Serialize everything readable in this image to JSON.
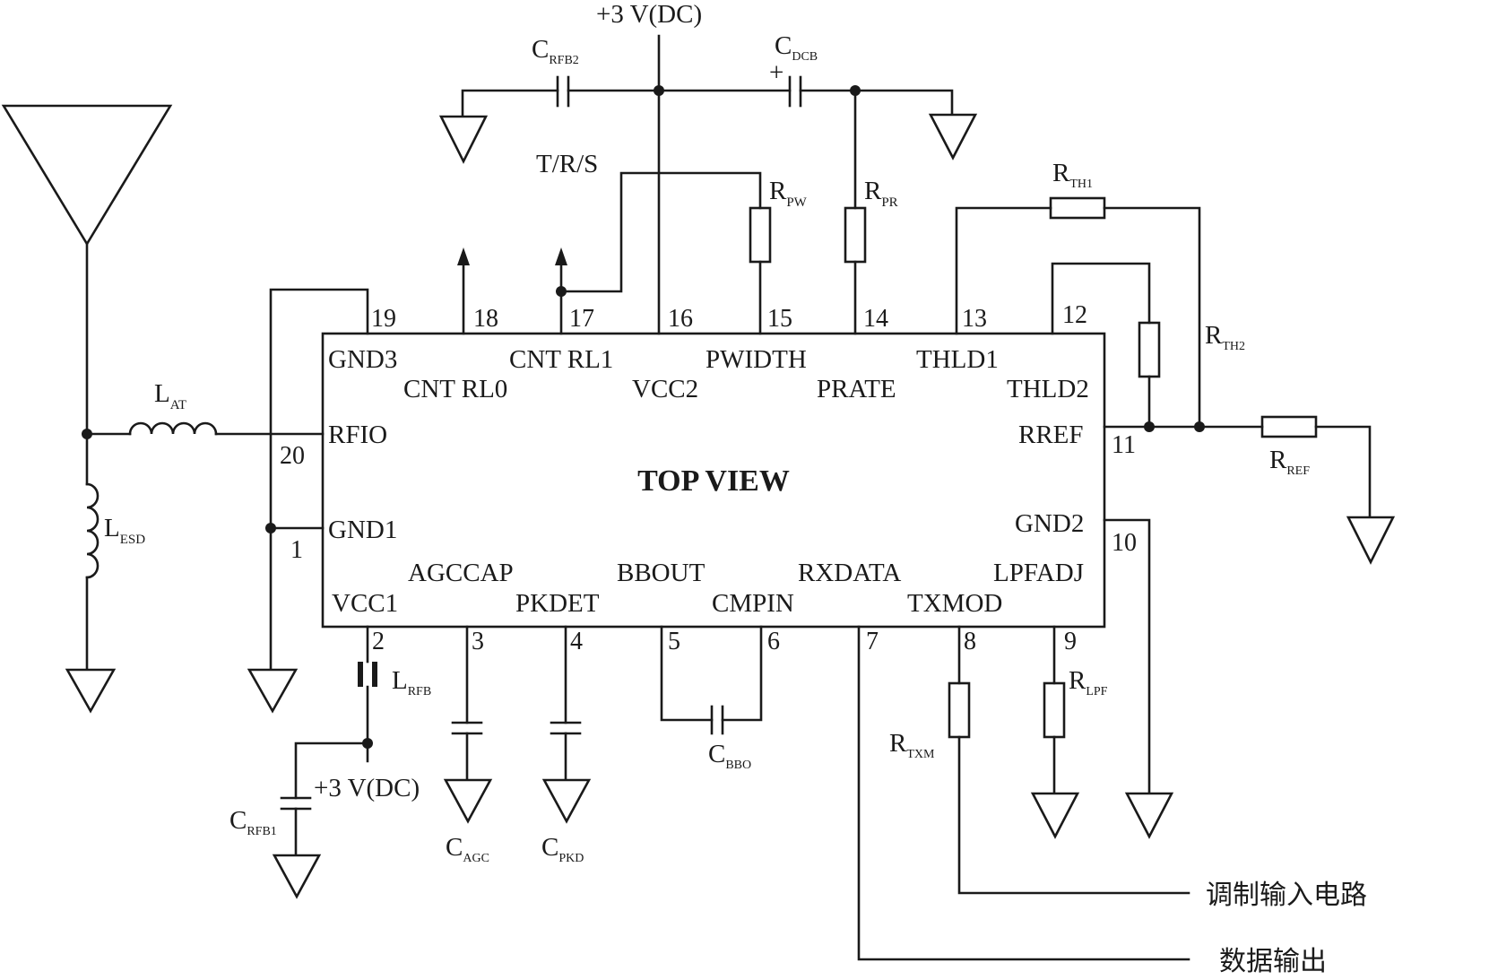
{
  "title": "TOP VIEW",
  "pins": {
    "p1": {
      "num": "1",
      "label": "GND1"
    },
    "p2": {
      "num": "2",
      "label": "VCC1"
    },
    "p3": {
      "num": "3",
      "label": "AGCCAP"
    },
    "p4": {
      "num": "4",
      "label": "PKDET"
    },
    "p5": {
      "num": "5",
      "label": "BBOUT"
    },
    "p6": {
      "num": "6",
      "label": "CMPIN"
    },
    "p7": {
      "num": "7",
      "label": "RXDATA"
    },
    "p8": {
      "num": "8",
      "label": "TXMOD"
    },
    "p9": {
      "num": "9",
      "label": "LPFADJ"
    },
    "p10": {
      "num": "10",
      "label": "GND2"
    },
    "p11": {
      "num": "11",
      "label": "RREF"
    },
    "p12": {
      "num": "12",
      "label": "THLD2"
    },
    "p13": {
      "num": "13",
      "label": "THLD1"
    },
    "p14": {
      "num": "14",
      "label": "PRATE"
    },
    "p15": {
      "num": "15",
      "label": "PWIDTH"
    },
    "p16": {
      "num": "16",
      "label": "VCC2"
    },
    "p17": {
      "num": "17",
      "label": "CNT RL1"
    },
    "p18": {
      "num": "18",
      "label": "CNT RL0"
    },
    "p19": {
      "num": "19",
      "label": "GND3"
    },
    "p20": {
      "num": "20",
      "label": "RFIO"
    }
  },
  "components": {
    "lat": {
      "main": "L",
      "sub": "AT"
    },
    "lesd": {
      "main": "L",
      "sub": "ESD"
    },
    "lrfb": {
      "main": "L",
      "sub": "RFB"
    },
    "crfb1": {
      "main": "C",
      "sub": "RFB1"
    },
    "crfb2": {
      "main": "C",
      "sub": "RFB2"
    },
    "cdcb": {
      "main": "C",
      "sub": "DCB"
    },
    "cagc": {
      "main": "C",
      "sub": "AGC"
    },
    "cpkd": {
      "main": "C",
      "sub": "PKD"
    },
    "cbbo": {
      "main": "C",
      "sub": "BBO"
    },
    "rpw": {
      "main": "R",
      "sub": "PW"
    },
    "rpr": {
      "main": "R",
      "sub": "PR"
    },
    "rth1": {
      "main": "R",
      "sub": "TH1"
    },
    "rth2": {
      "main": "R",
      "sub": "TH2"
    },
    "rref": {
      "main": "R",
      "sub": "REF"
    },
    "rtxm": {
      "main": "R",
      "sub": "TXM"
    },
    "rlpf": {
      "main": "R",
      "sub": "LPF"
    }
  },
  "labels": {
    "vdc_top": "+3 V(DC)",
    "vdc_bottom": "+3 V(DC)",
    "trs": "T/R/S",
    "plus": "+",
    "mod_input": "调制输入电路",
    "data_out": "数据输出"
  }
}
